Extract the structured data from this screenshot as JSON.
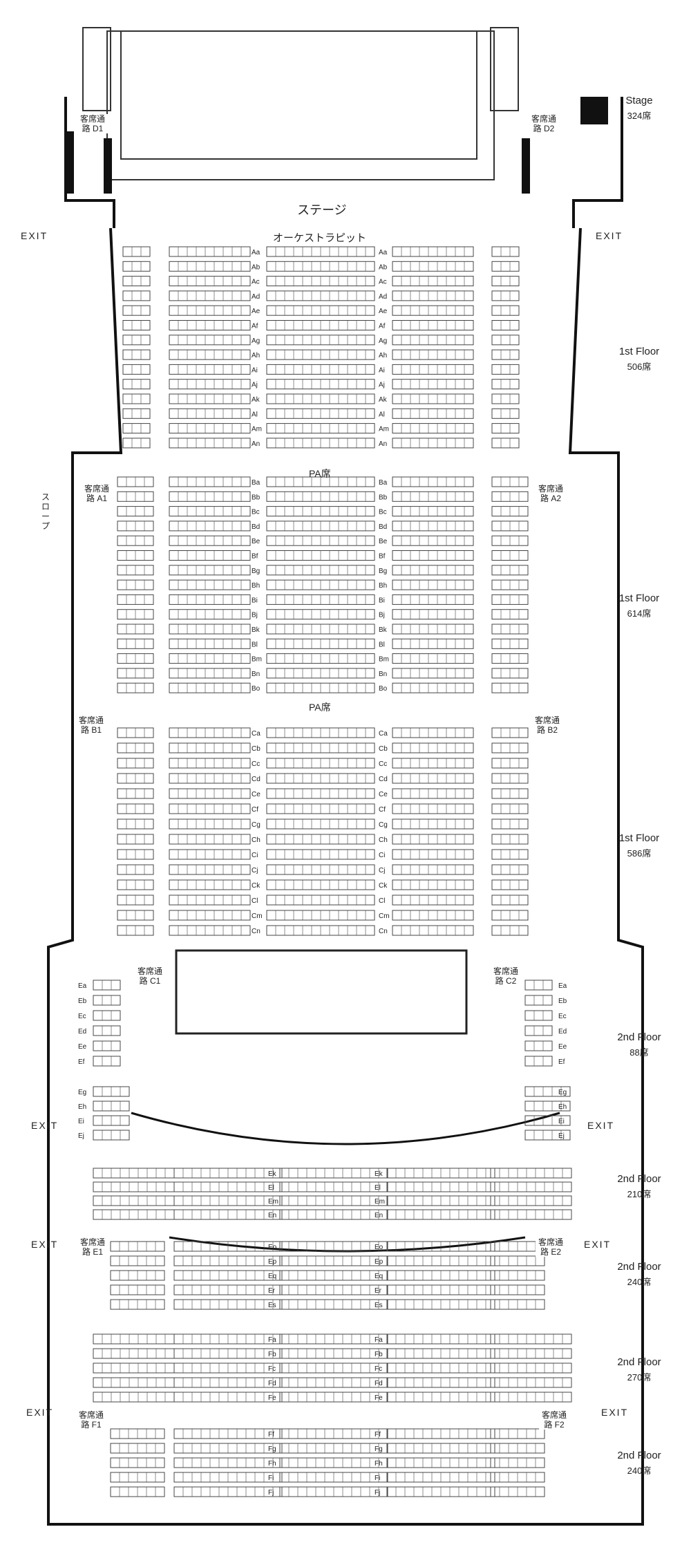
{
  "stage_label": "ステージ",
  "orchestra_pit_label": "オーケストラピット",
  "pa_label": "PA席",
  "slope_label": "スロープ",
  "exit_label": "EXIT",
  "aisle_labels": {
    "d1": "客席通路 D1",
    "d2": "客席通路 D2",
    "a1": "客席通路 A1",
    "a2": "客席通路 A2",
    "b1": "客席通路 B1",
    "b2": "客席通路 B2",
    "c1": "客席通路 C1",
    "c2": "客席通路 C2",
    "e1": "客席通路 E1",
    "e2": "客席通路 E2",
    "f1": "客席通路 F1",
    "f2": "客席通路 F2"
  },
  "sections": [
    {
      "floor": "Stage",
      "count": "324席"
    },
    {
      "floor": "1st Floor",
      "count": "506席"
    },
    {
      "floor": "1st Floor",
      "count": "614席"
    },
    {
      "floor": "1st Floor",
      "count": "586席"
    },
    {
      "floor": "2nd Floor",
      "count": "88席"
    },
    {
      "floor": "2nd Floor",
      "count": "210席"
    },
    {
      "floor": "2nd Floor",
      "count": "240席"
    },
    {
      "floor": "2nd Floor",
      "count": "270席"
    },
    {
      "floor": "2nd Floor",
      "count": "240席"
    }
  ],
  "rows_a": [
    "Aa",
    "Ab",
    "Ac",
    "Ad",
    "Ae",
    "Af",
    "Ag",
    "Ah",
    "Ai",
    "Aj",
    "Ak",
    "Al",
    "Am",
    "An"
  ],
  "rows_b": [
    "Ba",
    "Bb",
    "Bc",
    "Bd",
    "Be",
    "Bf",
    "Bg",
    "Bh",
    "Bi",
    "Bj",
    "Bk",
    "Bl",
    "Bm",
    "Bn",
    "Bo"
  ],
  "rows_c": [
    "Ca",
    "Cb",
    "Cc",
    "Cd",
    "Ce",
    "Cf",
    "Cg",
    "Ch",
    "Ci",
    "Cj",
    "Ck",
    "Cl",
    "Cm",
    "Cn"
  ],
  "rows_e_side": [
    "Ea",
    "Eb",
    "Ec",
    "Ed",
    "Ee",
    "Ef"
  ],
  "rows_e_upper": [
    "Eg",
    "Eh",
    "Ei",
    "Ej"
  ],
  "rows_e_mid": [
    "Ek",
    "El",
    "Em",
    "En"
  ],
  "rows_e_low": [
    "Eo",
    "Ep",
    "Eq",
    "Er",
    "Es"
  ],
  "rows_f1": [
    "Fa",
    "Fb",
    "Fc",
    "Fd",
    "Fe"
  ],
  "rows_f2": [
    "Ff",
    "Fg",
    "Fh",
    "Fi",
    "Fj"
  ],
  "colors": {
    "line": "#333333",
    "seat": "#444444",
    "wall": "#111111"
  }
}
